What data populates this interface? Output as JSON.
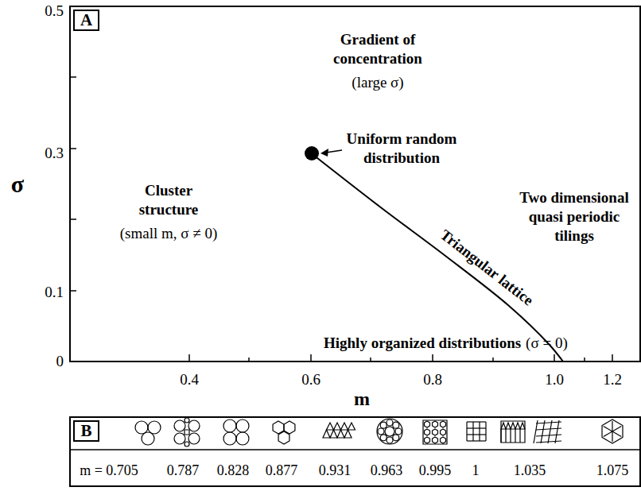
{
  "diagram": {
    "nodes": [
      {
        "text": [
          "A"
        ]
      },
      {
        "text": [
          "B"
        ]
      }
    ],
    "labels": [
      "0.5",
      "0.3",
      "0.1",
      "0",
      "0.4",
      "0.6",
      "0.8",
      "1.0",
      "1.2",
      "σ",
      "m",
      "Gradient of concentration",
      "(large σ)",
      "Uniform random distribution",
      "Cluster structure",
      "(small m, σ ≠ 0)",
      "Triangular lattice",
      "Two dimensional quasi periodic tilings",
      "Highly organized distributions",
      "(σ = 0)",
      "m = 0.705",
      "0.787",
      "0.828",
      "0.877",
      "0.931",
      "0.963",
      "0.995",
      "1",
      "1.035",
      "1.075"
    ]
  }
}
